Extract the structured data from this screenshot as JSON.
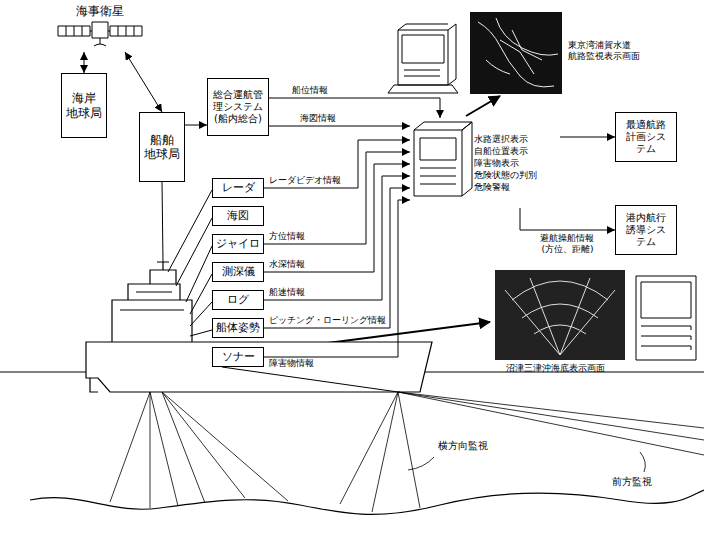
{
  "diagram": {
    "nodes": [
      {
        "text": [
          "海事衛星"
        ]
      },
      {
        "text": [
          "海岸 地球局"
        ]
      },
      {
        "text": [
          "船舶 地球局"
        ]
      },
      {
        "text": [
          "総合運航管理システム (船内総合)"
        ]
      },
      {
        "text": [
          "レーダ"
        ]
      },
      {
        "text": [
          "海図"
        ]
      },
      {
        "text": [
          "ジャイロ"
        ]
      },
      {
        "text": [
          "測深儀"
        ]
      },
      {
        "text": [
          "ログ"
        ]
      },
      {
        "text": [
          "船体姿勢"
        ]
      },
      {
        "text": [
          "ソナー"
        ]
      },
      {
        "text": [
          "水路選択表示",
          "自船位置表示",
          "障害物表示",
          "危険状態の判別",
          "危険警報"
        ]
      },
      {
        "text": [
          "最適航路計画システム"
        ]
      },
      {
        "text": [
          "港内航行誘導システム"
        ]
      }
    ],
    "edges": [
      {
        "from": 0,
        "to": 1,
        "arrow": "both"
      },
      {
        "from": 0,
        "to": 2,
        "arrow": "both"
      },
      {
        "from": 2,
        "to": 3,
        "arrow": "to"
      },
      {
        "from": 3,
        "to": 11,
        "label": "船位情報",
        "arrow": "to"
      },
      {
        "from": 3,
        "to": 11,
        "label": "海図情報",
        "arrow": "to"
      },
      {
        "from": 4,
        "to": 11,
        "label": "レーダビデオ情報",
        "arrow": "to"
      },
      {
        "from": 6,
        "to": 11,
        "label": "方位情報",
        "arrow": "to"
      },
      {
        "from": 7,
        "to": 11,
        "label": "水深情報",
        "arrow": "to"
      },
      {
        "from": 8,
        "to": 11,
        "label": "船速情報",
        "arrow": "to"
      },
      {
        "from": 9,
        "to": 11,
        "label": "ピッチング・ローリング情報",
        "arrow": "to"
      },
      {
        "from": 10,
        "to": 11,
        "label": "障害物情報",
        "arrow": "to"
      },
      {
        "from": 11,
        "to": 12,
        "arrow": "to"
      },
      {
        "from": 11,
        "to": 13,
        "label": "避航操船情報 (方位、距離)",
        "arrow": "to"
      }
    ],
    "labels": [
      "東京湾浦賀水道 航路監視表示画面",
      "沼津三津沖海底表示画面",
      "横方向監視",
      "前方監視"
    ]
  }
}
